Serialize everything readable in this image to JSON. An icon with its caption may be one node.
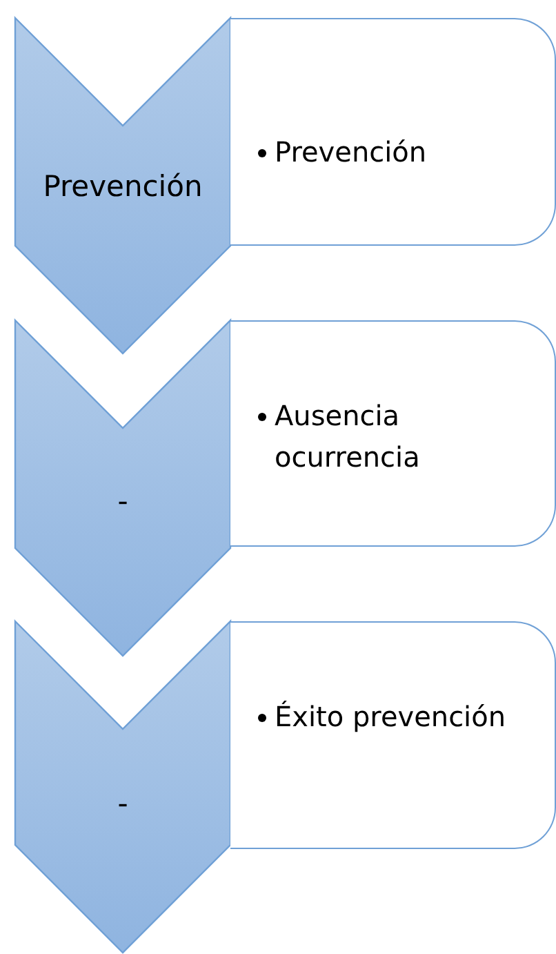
{
  "diagram": {
    "nodes": [
      {
        "text": [
          "Prevención"
        ]
      },
      {
        "text": [
          "Prevención"
        ]
      },
      {
        "text": [
          "-"
        ]
      },
      {
        "text": [
          "Ausencia ocurrencia"
        ]
      },
      {
        "text": [
          "-"
        ]
      },
      {
        "text": [
          "Éxito prevención"
        ]
      }
    ]
  }
}
